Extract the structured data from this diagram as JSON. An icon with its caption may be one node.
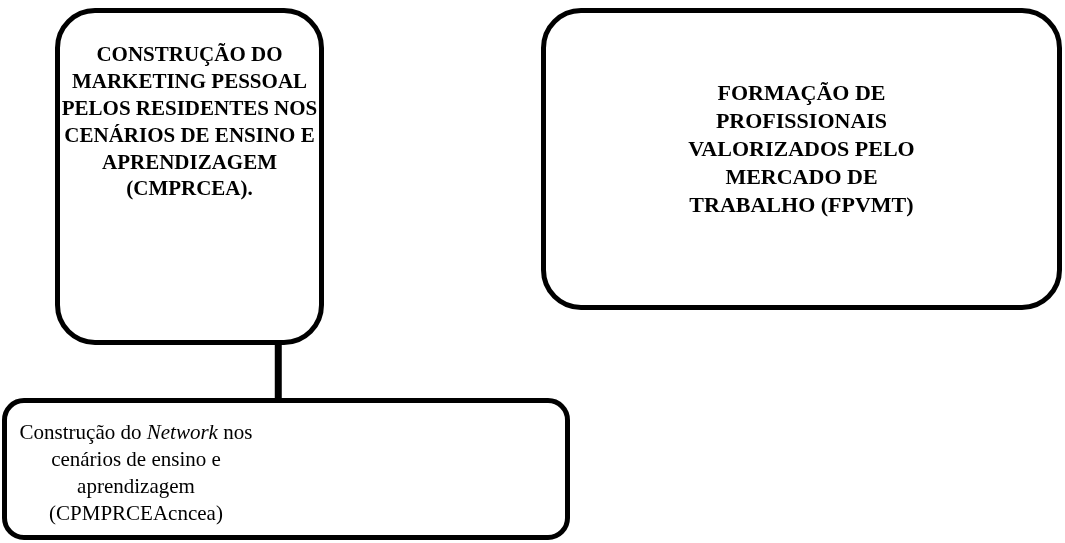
{
  "diagram": {
    "nodes": [
      {
        "text": [
          "CONSTRUÇÃO DO MARKETING PESSOAL PELOS RESIDENTES NOS CENÁRIOS DE ENSINO E APRENDIZAGEM (CMPRCEA)."
        ]
      },
      {
        "text": [
          "FORMAÇÃO DE PROFISSIONAIS VALORIZADOS PELO MERCADO DE TRABALHO (FPVMT)"
        ]
      },
      {
        "text": [
          "Construção do *Network* nos cenários de ensino e aprendizagem (CPMPRCEAcncea)"
        ]
      }
    ],
    "edges": [
      {
        "from": 0,
        "to": 2,
        "arrow": "none"
      }
    ]
  }
}
